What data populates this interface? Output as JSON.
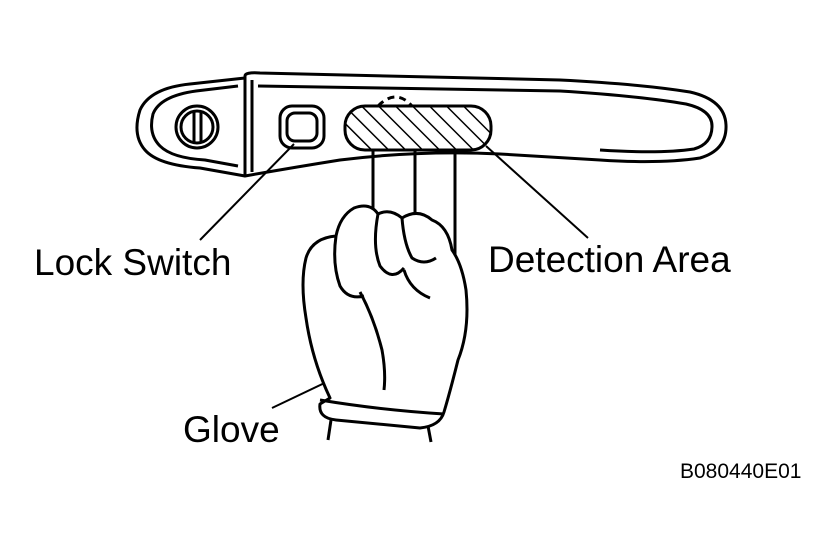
{
  "diagram": {
    "labels": {
      "lock_switch": "Lock Switch",
      "detection_area": "Detection Area",
      "glove": "Glove"
    },
    "figure_code": "B080440E01",
    "colors": {
      "line": "#000000",
      "background": "#ffffff"
    }
  }
}
